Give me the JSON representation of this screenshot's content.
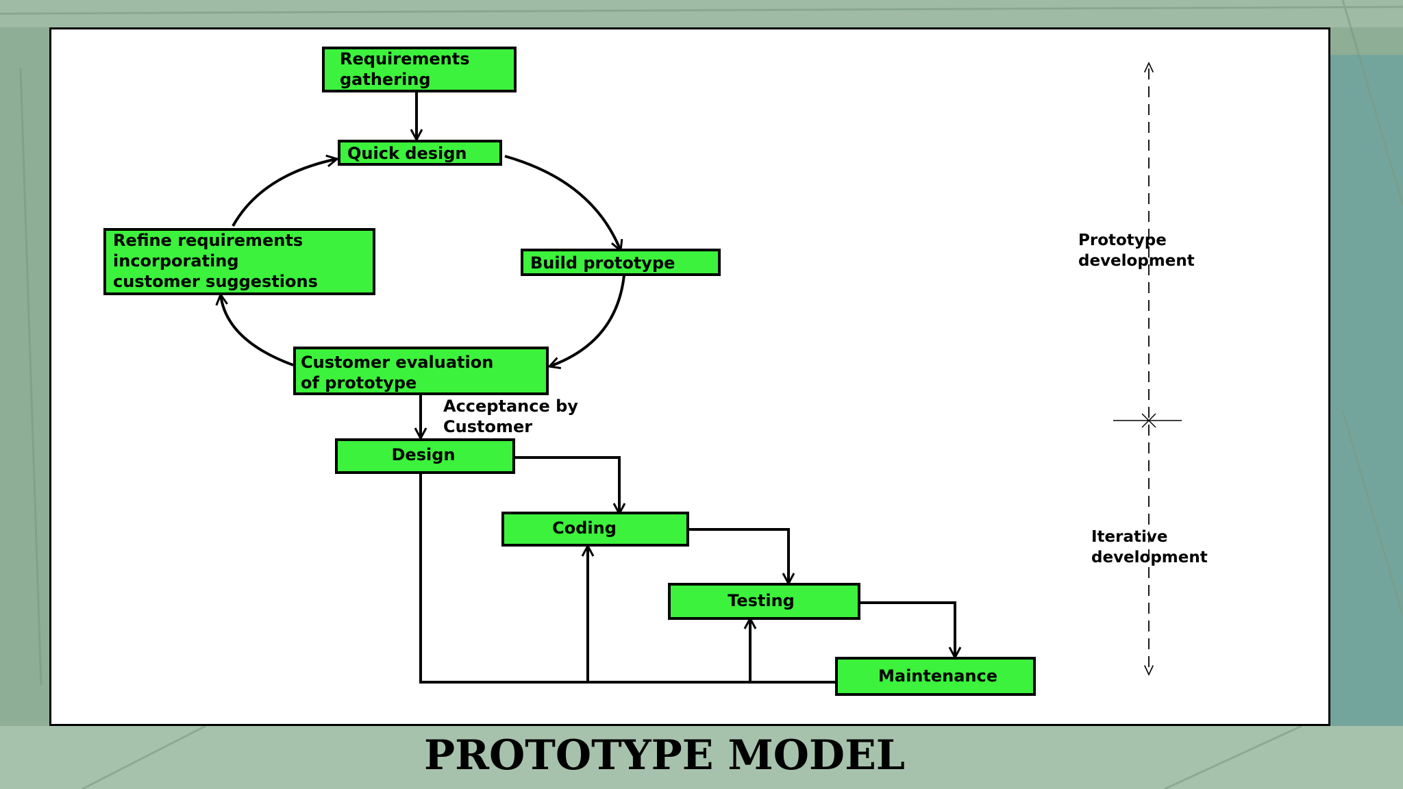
{
  "caption": "PROTOTYPE MODEL",
  "colors": {
    "box_fill": "#3cf23c",
    "box_border": "#000000",
    "panel": "#ffffff",
    "backdrop": "#8fae96"
  },
  "boxes": {
    "requirements": [
      "Requirements",
      "gathering"
    ],
    "quick_design": [
      "Quick design"
    ],
    "build_prototype": [
      "Build prototype"
    ],
    "customer_evaluation": [
      "Customer evaluation",
      "of prototype"
    ],
    "refine_requirements": [
      "Refine requirements",
      "incorporating",
      "customer suggestions"
    ],
    "design": [
      "Design"
    ],
    "coding": [
      "Coding"
    ],
    "testing": [
      "Testing"
    ],
    "maintenance": [
      "Maintenance"
    ]
  },
  "labels": {
    "acceptance": [
      "Acceptance by",
      "Customer"
    ],
    "prototype_development": [
      "Prototype",
      "development"
    ],
    "iterative_development": [
      "Iterative",
      "development"
    ]
  }
}
